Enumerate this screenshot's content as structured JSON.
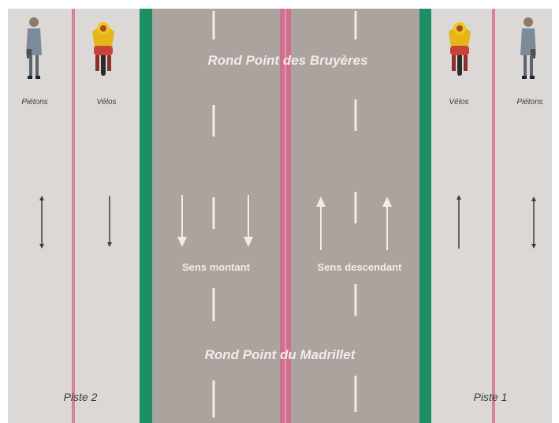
{
  "road_names": {
    "top": "Rond Point des Bruyères",
    "bottom": "Rond Point du Madrillet"
  },
  "directions": {
    "left": "Sens montant",
    "right": "Sens descendant"
  },
  "lanes": {
    "left_pedestrian": "Piétons",
    "left_bike": "Vélos",
    "right_bike": "Vélos",
    "right_pedestrian": "Piétons"
  },
  "pistes": {
    "left": "Piste 2",
    "right": "Piste 1"
  },
  "colors": {
    "road": "#aba39e",
    "sidewalk": "#dcd8d5",
    "green_border": "#1c8f64",
    "pink_median": "#d0708f",
    "pink_line": "#d7829b",
    "arrow_dark": "#3d3d3d",
    "marking": "#f1ecea"
  },
  "icons": [
    "pedestrian-icon",
    "cyclist-icon",
    "double-arrow-icon",
    "arrow-down-icon",
    "arrow-up-icon"
  ]
}
